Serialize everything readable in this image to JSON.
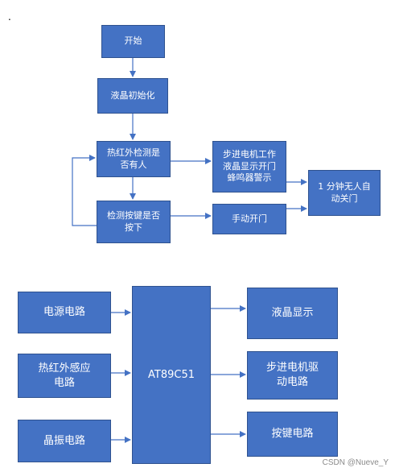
{
  "flowchart": {
    "start": "开始",
    "lcd_init": "液晶初始化",
    "ir_detect": "热红外检测是\n否有人",
    "motor_work": "步进电机工作\n液晶显示开门\n蜂鸣器警示",
    "auto_close": "1 分钟无人自\n动关门",
    "key_detect": "检测按键是否\n按下",
    "manual_open": "手动开门"
  },
  "block_diagram": {
    "power": "电源电路",
    "ir_sensor": "热红外感应\n电路",
    "crystal": "晶振电路",
    "mcu": "AT89C51",
    "lcd": "液晶显示",
    "motor_drive": "步进电机驱\n动电路",
    "keys": "按键电路"
  },
  "mark": ".",
  "watermark": "CSDN @Nueve_Y"
}
